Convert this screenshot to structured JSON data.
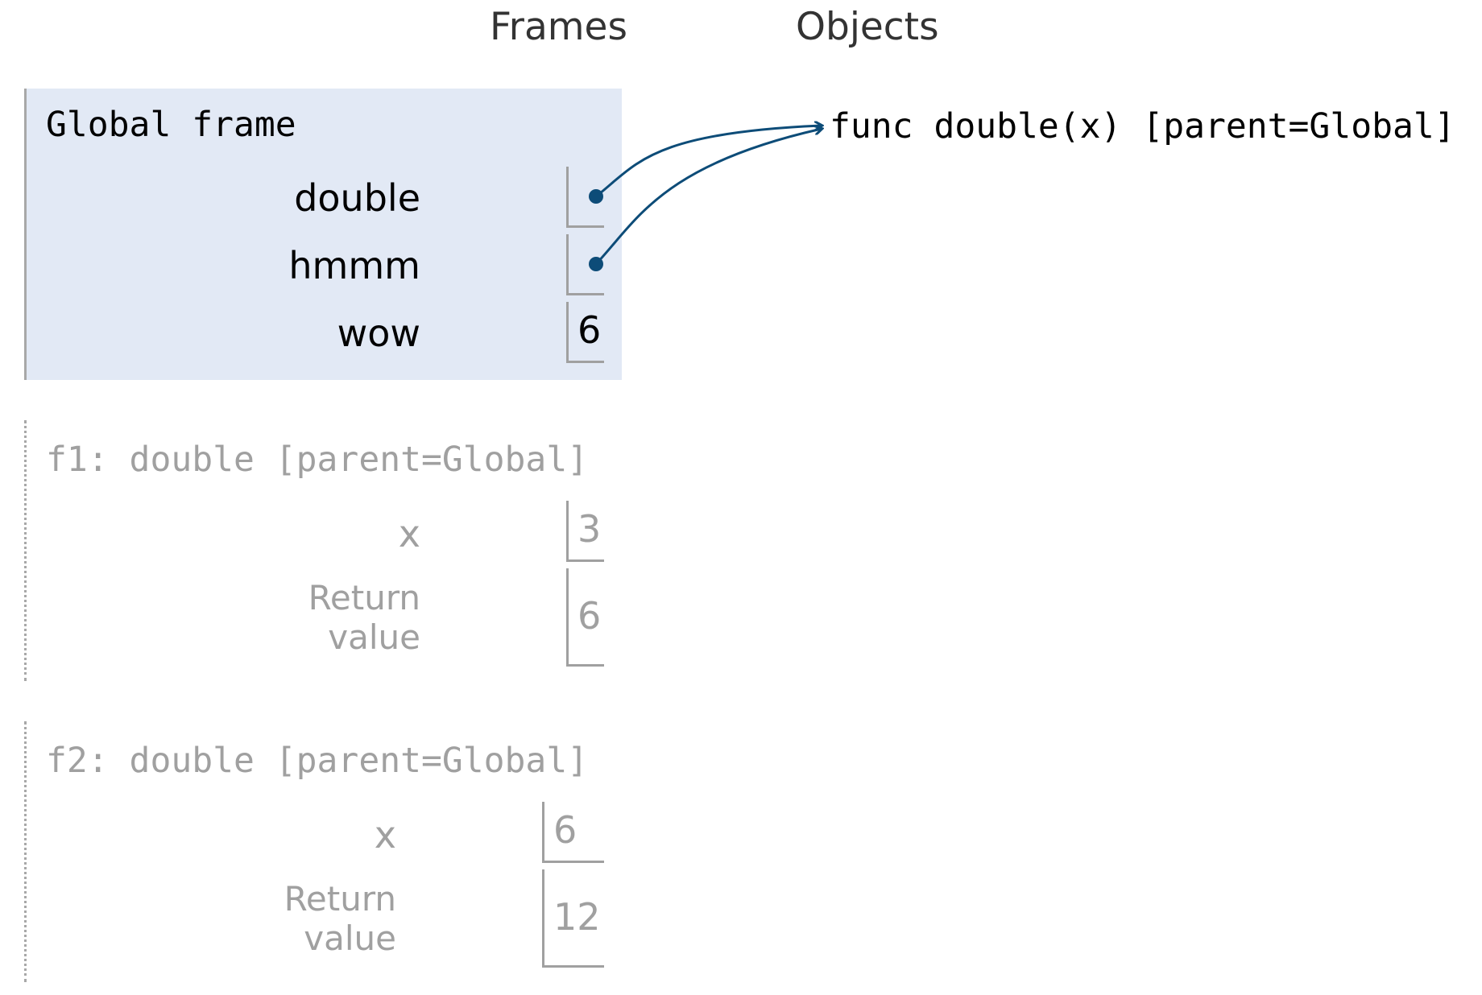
{
  "headings": {
    "frames": "Frames",
    "objects": "Objects"
  },
  "global_frame": {
    "title": "Global frame",
    "variables": [
      {
        "name": "double",
        "value": null,
        "points_to": "func-object"
      },
      {
        "name": "hmmm",
        "value": null,
        "points_to": "func-object"
      },
      {
        "name": "wow",
        "value": "6"
      }
    ]
  },
  "f1": {
    "title": "f1: double [parent=Global]",
    "x_name": "x",
    "x_value": "3",
    "return_label_line1": "Return",
    "return_label_line2": "value",
    "return_value": "6"
  },
  "f2": {
    "title": "f2: double [parent=Global]",
    "x_name": "x",
    "x_value": "6",
    "return_label_line1": "Return",
    "return_label_line2": "value",
    "return_value": "12"
  },
  "objects": {
    "func_label": "func double(x) [parent=Global]"
  },
  "colors": {
    "global_frame_bg": "#e2e9f5",
    "pointer": "#0d4c78",
    "inactive_text": "#a0a0a0"
  }
}
